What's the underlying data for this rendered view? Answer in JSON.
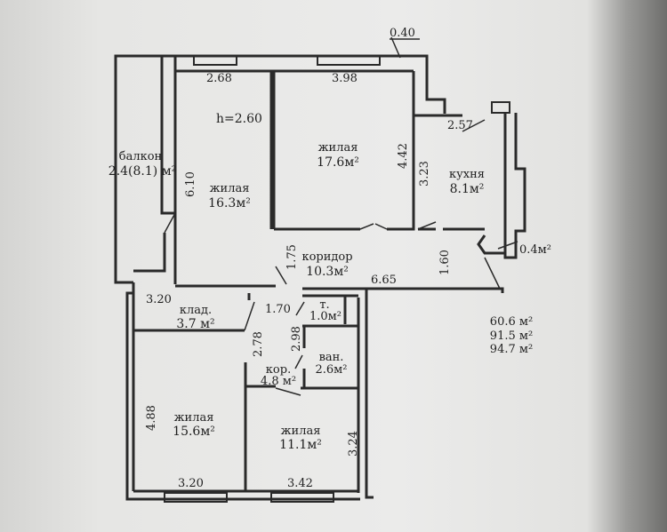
{
  "plan": {
    "ceiling_height": "h=2.60",
    "rooms": [
      {
        "id": "balcony",
        "name": "балкон",
        "area": "2.4(8.1) м²"
      },
      {
        "id": "living-1",
        "name": "жилая",
        "area": "16.3м²"
      },
      {
        "id": "living-2",
        "name": "жилая",
        "area": "17.6м²"
      },
      {
        "id": "kitchen",
        "name": "кухня",
        "area": "8.1м²"
      },
      {
        "id": "corridor",
        "name": "коридор",
        "area": "10.3м²"
      },
      {
        "id": "storage",
        "name": "клад.",
        "area": "3.7 м²"
      },
      {
        "id": "toilet",
        "name": "т.",
        "area": "1.0м²"
      },
      {
        "id": "bath",
        "name": "ван.",
        "area": "2.6м²"
      },
      {
        "id": "hall",
        "name": "кор.",
        "area": "4.8 м²"
      },
      {
        "id": "living-3",
        "name": "жилая",
        "area": "15.6м²"
      },
      {
        "id": "living-4",
        "name": "жилая",
        "area": "11.1м²"
      },
      {
        "id": "niche",
        "area": "0.4м²"
      }
    ],
    "dimensions": {
      "d040": "0.40",
      "d268": "2.68",
      "d398": "3.98",
      "d257": "2.57",
      "d442": "4.42",
      "d323": "3.23",
      "d610": "6.10",
      "d175": "1.75",
      "d160": "1.60",
      "d665": "6.65",
      "d320a": "3.20",
      "d170": "1.70",
      "d278": "2.78",
      "d298": "2.98",
      "d488": "4.88",
      "d324": "3.24",
      "d320b": "3.20",
      "d342": "3.42"
    },
    "totals": [
      "60.6 м²",
      "91.5 м²",
      "94.7 м²"
    ]
  }
}
